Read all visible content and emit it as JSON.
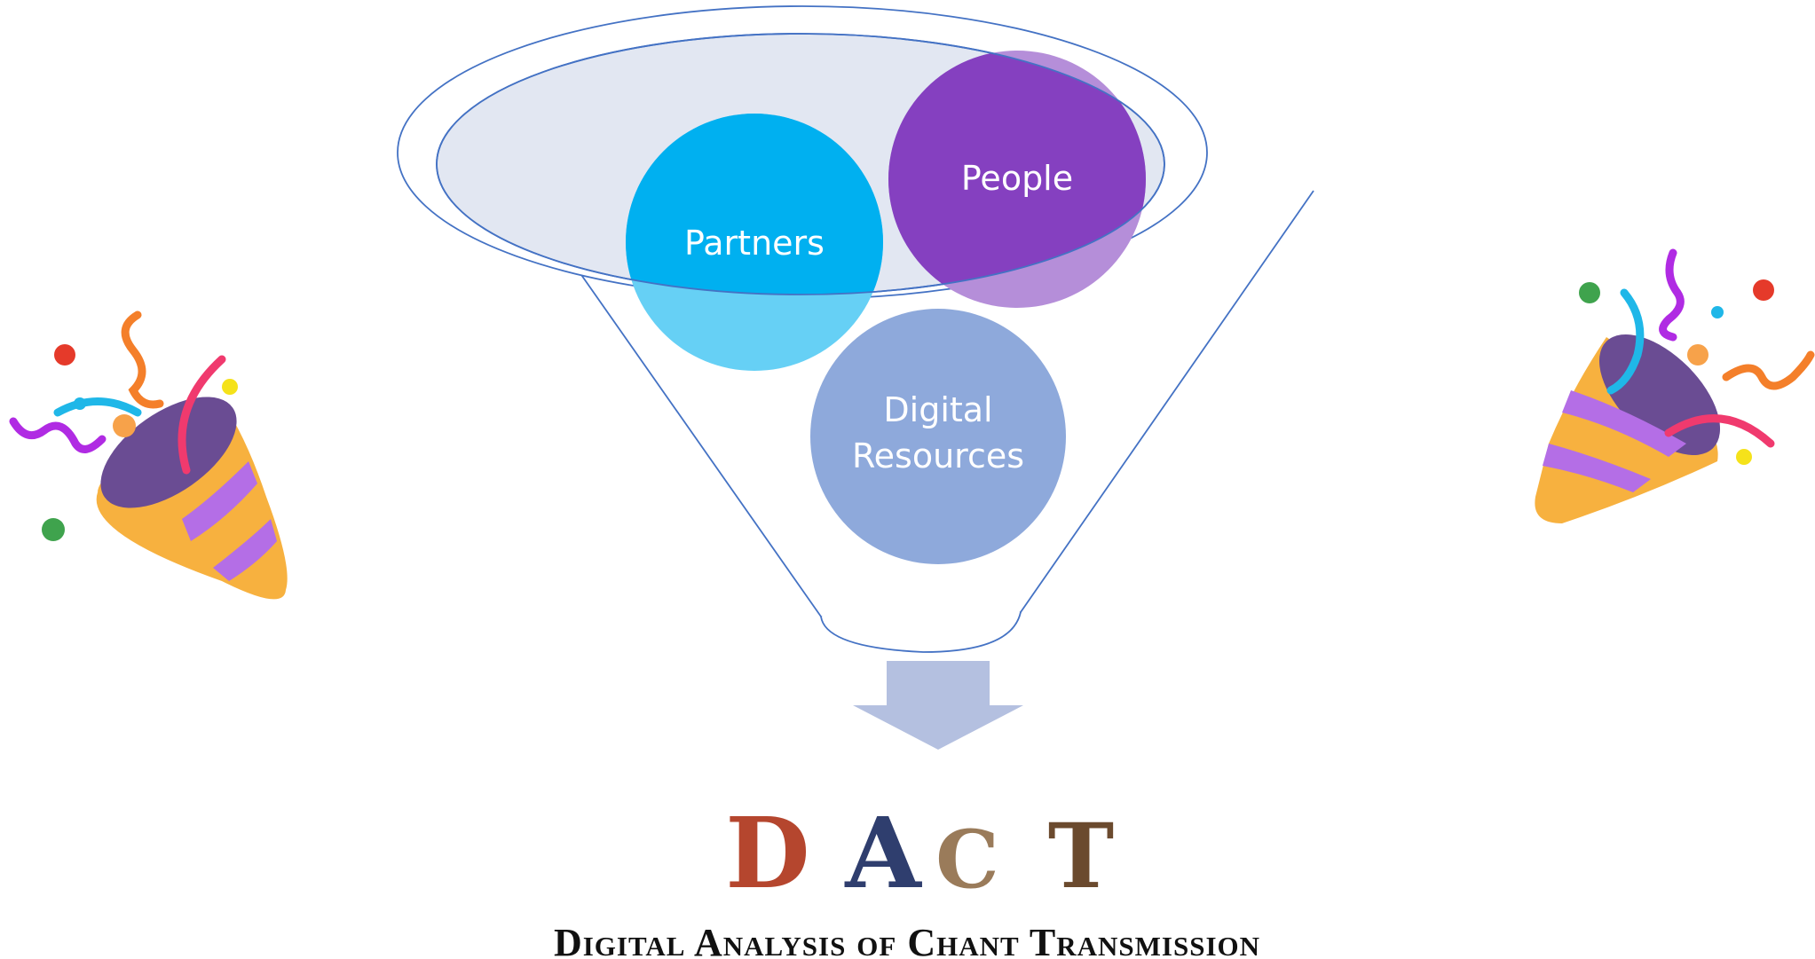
{
  "diagram": {
    "circles": [
      {
        "label": "Partners",
        "color": "#00B0F0"
      },
      {
        "label": "People",
        "color": "#8540C0"
      },
      {
        "label_lines": [
          "Digital",
          "Resources"
        ],
        "color": "#8EA9DB"
      }
    ],
    "arrow_color": "#B4C0E0",
    "funnel_stroke": "#4472C4"
  },
  "logo": {
    "letters": [
      "D",
      "A",
      "C",
      "T"
    ],
    "letter_colors": [
      "#B5462E",
      "#2F3E6E",
      "#9A7B5A",
      "#6B4A2E"
    ],
    "tagline": "Digital Analysis of Chant Transmission"
  },
  "decorations": [
    "party-popper-left-icon",
    "party-popper-right-icon"
  ]
}
